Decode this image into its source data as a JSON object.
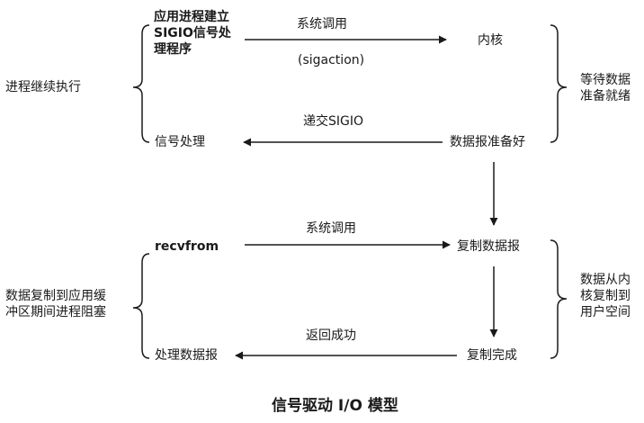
{
  "phase1": {
    "app_init": "应用进程建立\nSIGIO信号处\n理程序",
    "call_label": "系统调用",
    "call_arg": "(sigaction)",
    "kernel": "内核",
    "deliver_label": "递交SIGIO",
    "signal_handler": "信号处理",
    "data_ready": "数据报准备好",
    "left_brace": "进程继续执行",
    "right_brace": "等待数据\n准备就绪"
  },
  "phase2": {
    "recvfrom": "recvfrom",
    "call_label": "系统调用",
    "copy_datagram": "复制数据报",
    "return_label": "返回成功",
    "copy_done": "复制完成",
    "process_datagram": "处理数据报",
    "left_brace": "数据复制到应用缓\n冲区期间进程阻塞",
    "right_brace": "数据从内\n核复制到\n用户空间"
  },
  "caption": "信号驱动 I/O 模型",
  "colors": {
    "stroke": "#1a1a1a",
    "text": "#1a1a1a",
    "background": "#ffffff"
  }
}
